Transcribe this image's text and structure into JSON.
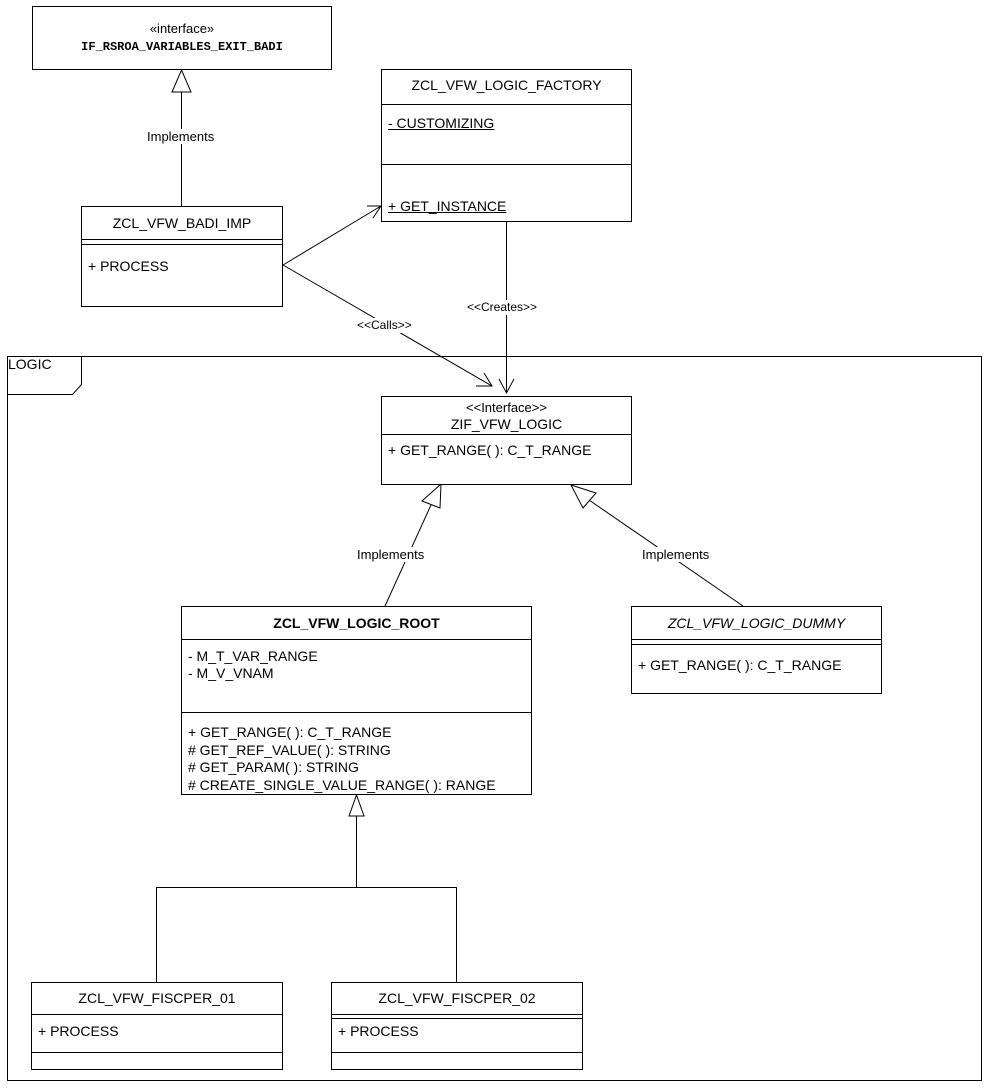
{
  "frame": {
    "label": "LOGIC"
  },
  "interface_badi": {
    "stereotype": "«interface»",
    "name": "IF_RSROA_VARIABLES_EXIT_BADI"
  },
  "factory": {
    "name": "ZCL_VFW_LOGIC_FACTORY",
    "attributes": [
      "- CUSTOMIZING"
    ],
    "methods": [
      "+ GET_INSTANCE"
    ]
  },
  "badi_imp": {
    "name": "ZCL_VFW_BADI_IMP",
    "methods": [
      "+ PROCESS"
    ]
  },
  "zif": {
    "stereotype": "<<Interface>>",
    "name": "ZIF_VFW_LOGIC",
    "methods": [
      "+ GET_RANGE( ): C_T_RANGE"
    ]
  },
  "root": {
    "name": "ZCL_VFW_LOGIC_ROOT",
    "attributes": [
      "- M_T_VAR_RANGE",
      "- M_V_VNAM"
    ],
    "methods": [
      "+ GET_RANGE( ): C_T_RANGE",
      "# GET_REF_VALUE( ): STRING",
      "# GET_PARAM( ): STRING",
      "# CREATE_SINGLE_VALUE_RANGE( ): RANGE"
    ]
  },
  "dummy": {
    "name": "ZCL_VFW_LOGIC_DUMMY",
    "methods": [
      "+ GET_RANGE( ): C_T_RANGE"
    ]
  },
  "fiscper01": {
    "name": "ZCL_VFW_FISCPER_01",
    "methods": [
      "+ PROCESS"
    ]
  },
  "fiscper02": {
    "name": "ZCL_VFW_FISCPER_02",
    "methods": [
      "+ PROCESS"
    ]
  },
  "edges": {
    "implements_badi": "Implements",
    "calls": "<<Calls>>",
    "creates": "<<Creates>>",
    "implements_root": "Implements",
    "implements_dummy": "Implements"
  }
}
